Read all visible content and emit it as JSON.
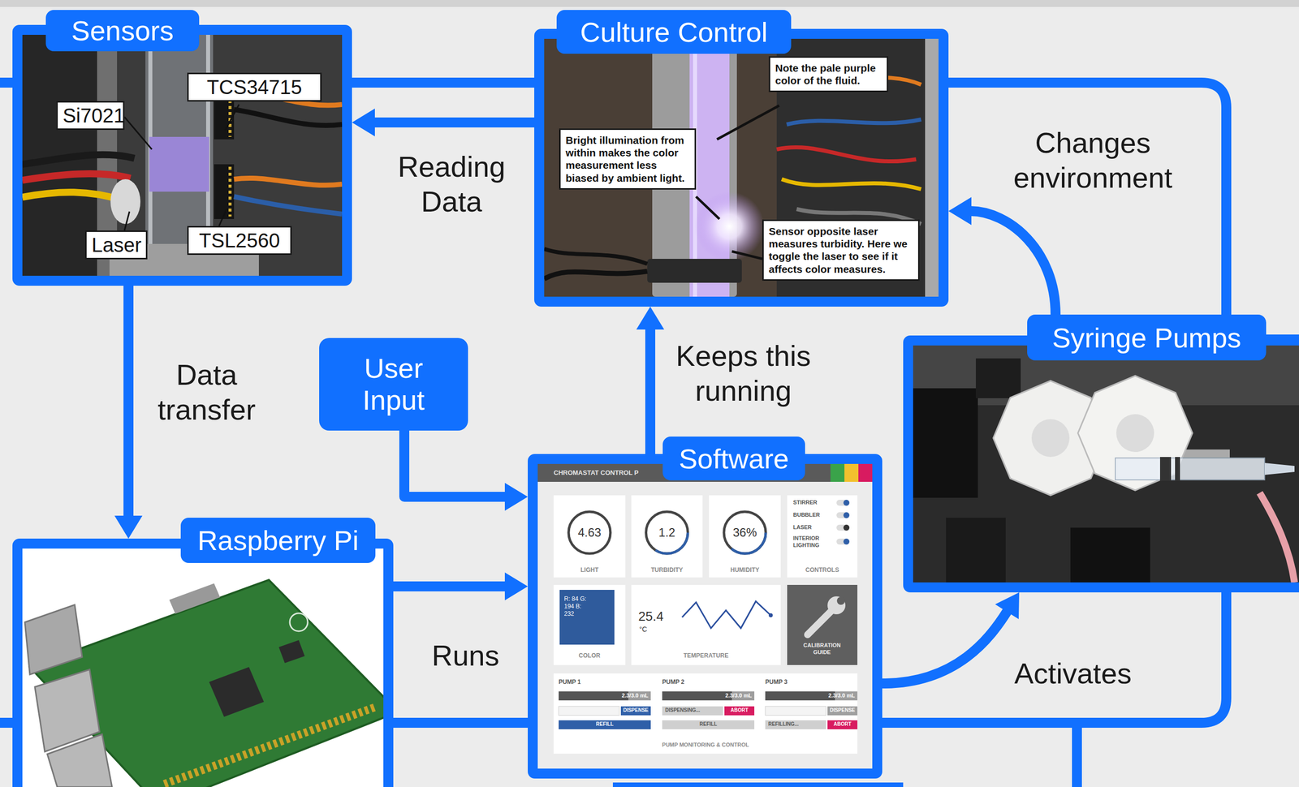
{
  "diagram": {
    "nodes": [
      {
        "text": [
          "Sensors"
        ]
      },
      {
        "text": [
          "TCS34715"
        ],
        "in": 0
      },
      {
        "text": [
          "Si7021"
        ],
        "in": 0
      },
      {
        "text": [
          "Laser"
        ],
        "in": 0
      },
      {
        "text": [
          "TSL2560"
        ],
        "in": 0
      },
      {
        "text": [
          "Culture Control"
        ]
      },
      {
        "text": [
          "Note the pale purple color of the fluid."
        ],
        "in": 5
      },
      {
        "text": [
          "Bright illumination from within makes the color measurement less biased by ambient light."
        ],
        "in": 5
      },
      {
        "text": [
          "Sensor opposite laser measures turbidity. Here we toggle the laser to see if it affects color measures."
        ],
        "in": 5
      },
      {
        "text": [
          "User Input"
        ]
      },
      {
        "text": [
          "Syringe Pumps"
        ]
      },
      {
        "text": [
          "Software"
        ]
      },
      {
        "text": [
          "Raspberry Pi"
        ]
      }
    ],
    "edges": [
      {
        "from": 5,
        "to": 0,
        "arrow": "to",
        "label": "Reading Data"
      },
      {
        "from": 0,
        "to": 12,
        "arrow": "to",
        "label": "Data transfer"
      },
      {
        "from": 9,
        "to": 11,
        "arrow": "to"
      },
      {
        "from": 12,
        "to": 11,
        "arrow": "to",
        "label": "Runs"
      },
      {
        "from": 11,
        "to": 5,
        "arrow": "to",
        "label": "Keeps this running"
      },
      {
        "from": 11,
        "to": 10,
        "arrow": "to",
        "label": "Activates"
      },
      {
        "from": 10,
        "to": 5,
        "arrow": "to",
        "label": "Changes environment"
      }
    ],
    "labels": [
      "CHROMASTAT CONTROL P",
      "4.63",
      "LIGHT",
      "1.2",
      "TURBIDITY",
      "36%",
      "HUMIDITY",
      "STIRRER",
      "BUBBLER",
      "LASER",
      "INTERIOR LIGHTING",
      "CONTROLS",
      "R: 84 G: 194 B: 232",
      "COLOR",
      "25.4",
      "°C",
      "TEMPERATURE",
      "CALIBRATION GUIDE",
      "PUMP 1",
      "2.3/3.0 mL",
      "DISPENSE",
      "REFILL",
      "PUMP 2",
      "2.3/3.0 mL",
      "DISPENSING...",
      "ABORT",
      "REFILL",
      "PUMP 3",
      "2.3/3.0 mL",
      "DISPENSE",
      "REFILLING...",
      "ABORT",
      "PUMP MONITORING & CONTROL"
    ]
  }
}
